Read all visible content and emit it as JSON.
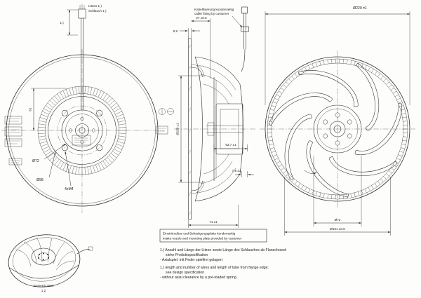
{
  "drawing": {
    "labels": {
      "wires": "Litzen 1.)",
      "tube": "Schlauch 1.)",
      "cable_fixing_de": "Kabelfixierung kundenseitig",
      "cable_fixing_en": "cable fixing by customer",
      "intake_note_de": "Einströmdüse und Befestigungsplatte kundenseitig",
      "intake_note_en": "intake nozzle and mounting plate provided by customer"
    },
    "dimensions": {
      "outer_diameter": "Ø220 ±1",
      "blade_inner_diameter": "Ø161 ±0.5",
      "hub_diameter": "Ø72",
      "bolt_circle_diameter": "Ø98",
      "mounting_holes": "4xM4",
      "hub_height": "61",
      "plate_thickness": "8.8",
      "inlet_depth": "27 ±0.5",
      "inlet_diameter": "Ø155 ±1",
      "motor_depth": "53.7 ±1",
      "clearance": "7.8 ±1",
      "total_depth": "71 ±1",
      "wire_ref": "1.)"
    },
    "notes_de": [
      "1.) Anzahl und Länge der Litzen sowie Länge des Schlauches ab Flanschrand:",
      "siehe Produktspezifikation",
      "- Axialspiel: mit Feder spielfrei gelagert"
    ],
    "notes_en": [
      "1.) length and number of wires and length of tube from flange edge:",
      "see design specification",
      "- without axial clearance by a pre-loaded spring"
    ],
    "isometric": {
      "caption": "isometric view",
      "scale": "1:2"
    }
  }
}
